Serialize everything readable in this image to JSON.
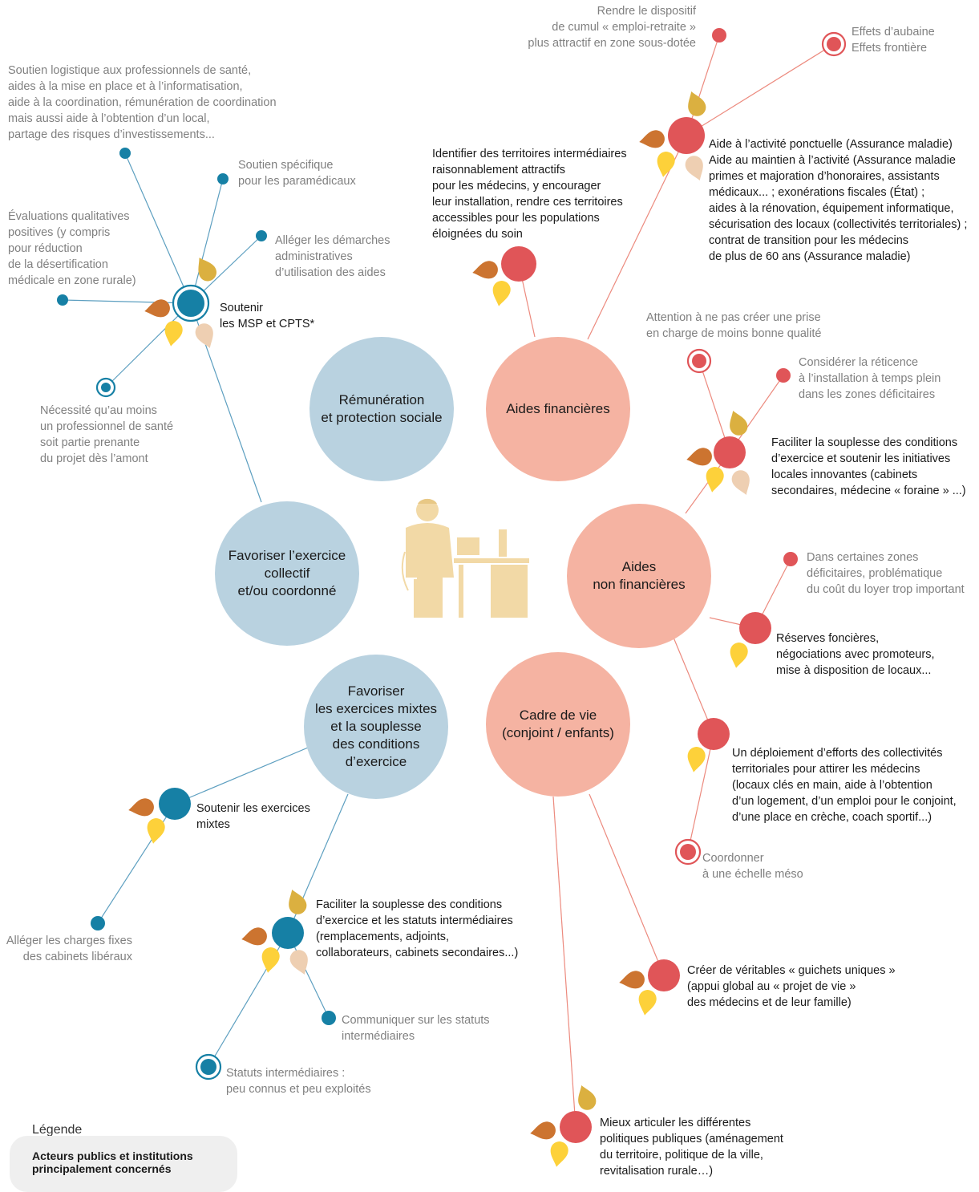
{
  "colors": {
    "blue_hub": "#b9d2e0",
    "red_hub": "#f5b3a2",
    "blue_node": "#1680a5",
    "red_node": "#e05558",
    "petal_orange": "#cc7430",
    "petal_gold": "#dbb040",
    "petal_yellow": "#fdd13a",
    "petal_beige": "#eecfb2",
    "doctor": "#f2d9a6"
  },
  "hubs": [
    {
      "id": "remuneration",
      "label": "Rémunération\net protection sociale"
    },
    {
      "id": "aides-financieres",
      "label": "Aides financières"
    },
    {
      "id": "exercice-collectif",
      "label": "Favoriser l’exercice\ncollectif\net/ou coordonné"
    },
    {
      "id": "aides-non-financieres",
      "label": "Aides\nnon financières"
    },
    {
      "id": "exercices-mixtes",
      "label": "Favoriser\nles exercices mixtes\net la souplesse\ndes conditions\nd’exercice"
    },
    {
      "id": "cadre-de-vie",
      "label": "Cadre de vie\n(conjoint / enfants)"
    }
  ],
  "labels": {
    "emploi_retraite": "Rendre le dispositif\nde cumul « emploi-retraite »\nplus attractif en zone sous-dotée",
    "aubaine": "Effets d’aubaine\nEffets frontière",
    "aide_activite": "Aide à l’activité ponctuelle (Assurance maladie)\nAide au maintien à l’activité (Assurance maladie\nprimes et majoration d’honoraires, assistants\nmédicaux... ; exonérations fiscales (État) ;\naides à la rénovation, équipement informatique,\nsécurisation des locaux (collectivités territoriales) ;\ncontrat de transition pour les médecins\nde plus de 60 ans (Assurance maladie)",
    "territoires_intermediaires": "Identifier des territoires intermédiaires\nraisonnablement attractifs\npour les médecins, y encourager\nleur installation, rendre ces territoires\naccessibles pour les populations\néloignées du soin",
    "soutien_logistique": "Soutien logistique aux professionnels de santé,\naides à la mise en place et à l’informatisation,\naide à la coordination, rémunération de coordination\nmais aussi aide à l’obtention d’un local,\npartage des risques d’investissements...",
    "paramedicaux": "Soutien spécifique\npour les paramédicaux",
    "evaluations": "Évaluations qualitatives\npositives (y compris\npour réduction\nde la désertification\nmédicale en zone rurale)",
    "demarches": "Alléger les démarches\nadministratives\nd’utilisation des aides",
    "msp": "Soutenir\nles MSP et CPTS*",
    "necessite": "Nécessité qu’au moins\nun professionnel de santé\nsoit partie prenante\ndu projet dès l’amont",
    "prise_en_charge": "Attention à ne pas créer une prise\nen charge de moins bonne qualité",
    "reticence": "Considérer la réticence\nà l’installation à temps plein\ndans les zones déficitaires",
    "souplesse_initiatives": "Faciliter la souplesse des conditions\nd’exercice et soutenir les initiatives\nlocales innovantes (cabinets\nsecondaires, médecine « foraine » ...)",
    "loyer": "Dans certaines zones\ndéficitaires, problématique\ndu coût du loyer trop important",
    "reserves": "Réserves foncières,\nnégociations avec promoteurs,\nmise à disposition de locaux...",
    "deploiement": "Un déploiement d’efforts des collectivités\nterritoriales pour attirer les médecins\n(locaux clés en main, aide à l’obtention\nd’un logement, d’un emploi pour le conjoint,\nd’une place en crèche, coach sportif...)",
    "meso": "Coordonner\nà une échelle méso",
    "exercices_mixtes": "Soutenir les exercices\nmixtes",
    "charges_fixes": "Alléger les charges fixes\ndes cabinets libéraux",
    "statuts": "Faciliter la souplesse des conditions\nd’exercice et les statuts intermédiaires\n(remplacements, adjoints,\ncollaborateurs, cabinets secondaires...)",
    "communiquer": "Communiquer sur les statuts\nintermédiaires",
    "statuts_peu_connus": "Statuts intermédiaires :\npeu connus et peu exploités",
    "guichets": "Créer de véritables « guichets uniques »\n(appui global au « projet de vie »\ndes médecins et de leur famille)",
    "politiques": "Mieux articuler les différentes\npolitiques publiques (aménagement\ndu territoire, politique de la ville,\nrevitalisation rurale…)"
  },
  "legend": {
    "title": "Légende",
    "text": "Acteurs publics et institutions\nprincipalement concernés"
  }
}
